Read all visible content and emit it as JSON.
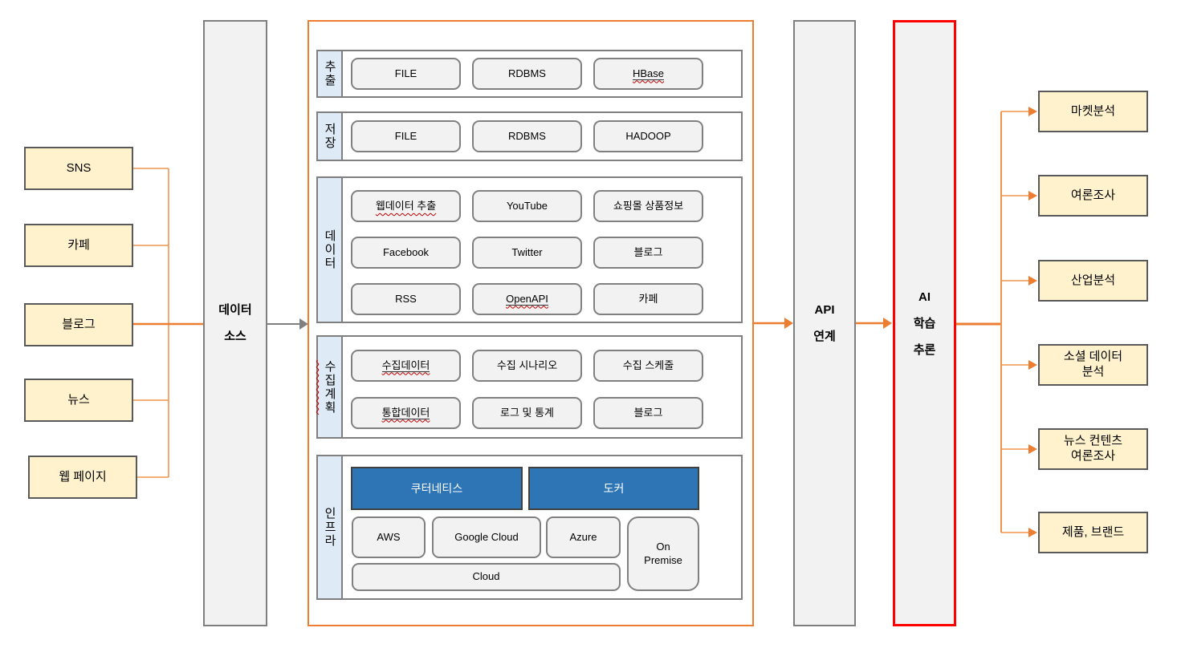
{
  "diagram": {
    "sources": [
      "SNS",
      "카페",
      "블로그",
      "뉴스",
      "웹 페이지"
    ],
    "data_source": "데이터\n소스",
    "pipeline": {
      "sections": [
        {
          "label": "추출",
          "rows": [
            [
              "FILE",
              "RDBMS",
              "HBase"
            ]
          ]
        },
        {
          "label": "저장",
          "rows": [
            [
              "FILE",
              "RDBMS",
              "HADOOP"
            ]
          ]
        },
        {
          "label": "데이터",
          "rows": [
            [
              "웹데이터 추출",
              "YouTube",
              "쇼핑몰 상품정보"
            ],
            [
              "Facebook",
              "Twitter",
              "블로그"
            ],
            [
              "RSS",
              "OpenAPI",
              "카페"
            ]
          ]
        },
        {
          "label": "수집계획",
          "rows": [
            [
              "수집데이터",
              "수집 시나리오",
              "수집 스케줄"
            ],
            [
              "통합데이터",
              "로그 및 통계",
              "블로그"
            ]
          ]
        },
        {
          "label": "인프라",
          "platforms": [
            "쿠터네티스",
            "도커"
          ],
          "clouds": [
            "AWS",
            "Google Cloud",
            "Azure"
          ],
          "on_premise": "On\nPremise",
          "cloud_wide": "Cloud"
        }
      ]
    },
    "api_link": "API\n연계",
    "ai_inference": "AI\n학습\n추론",
    "outputs": [
      "마켓분석",
      "여론조사",
      "산업분석",
      "소셜 데이터\n분석",
      "뉴스 컨텐츠\n여론조사",
      "제품, 브랜드"
    ],
    "colors": {
      "accent_orange": "#ED7D31",
      "highlight_red": "#FF0000",
      "source_yellow": "#FFF2CC",
      "panel_gray": "#F2F2F2",
      "label_blue": "#DEEBF7",
      "platform_blue": "#2E75B6"
    }
  }
}
